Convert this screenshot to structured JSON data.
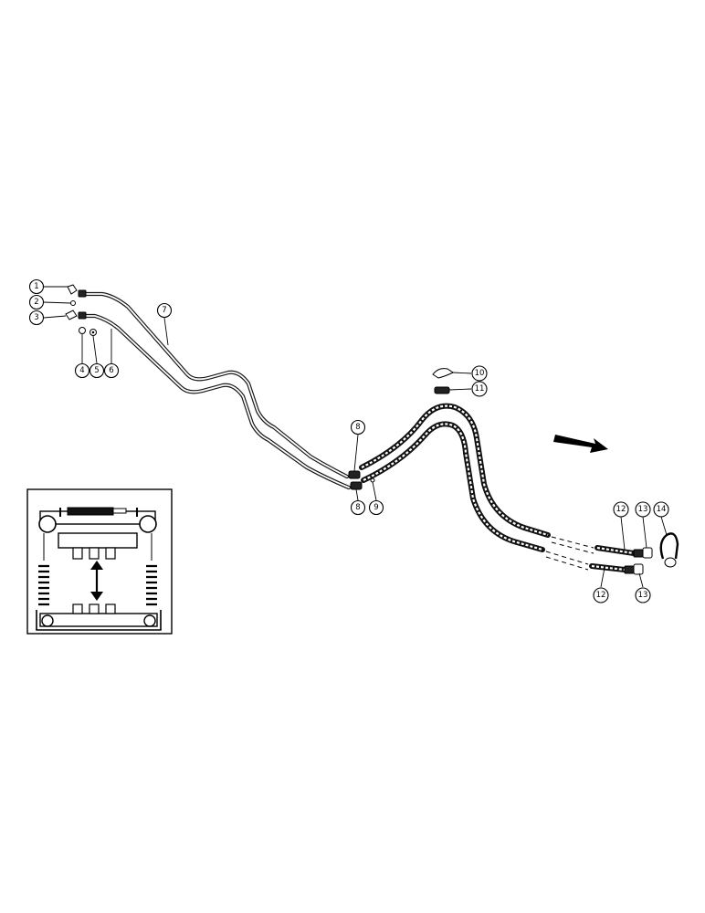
{
  "callouts": [
    {
      "id": "c1",
      "label": "1"
    },
    {
      "id": "c2",
      "label": "2"
    },
    {
      "id": "c3",
      "label": "3"
    },
    {
      "id": "c4",
      "label": "4"
    },
    {
      "id": "c5",
      "label": "5"
    },
    {
      "id": "c6",
      "label": "6"
    },
    {
      "id": "c7",
      "label": "7"
    },
    {
      "id": "c8a",
      "label": "8"
    },
    {
      "id": "c8b",
      "label": "8"
    },
    {
      "id": "c9",
      "label": "9"
    },
    {
      "id": "c10",
      "label": "10"
    },
    {
      "id": "c11",
      "label": "11"
    },
    {
      "id": "c12a",
      "label": "12"
    },
    {
      "id": "c12b",
      "label": "12"
    },
    {
      "id": "c13a",
      "label": "13"
    },
    {
      "id": "c13b",
      "label": "13"
    },
    {
      "id": "c14",
      "label": "14"
    }
  ],
  "icons": {
    "direction": "forward-arrow-icon",
    "inset_motion": "double-arrow-icon"
  },
  "colors": {
    "line": "#000000",
    "background": "#ffffff"
  }
}
